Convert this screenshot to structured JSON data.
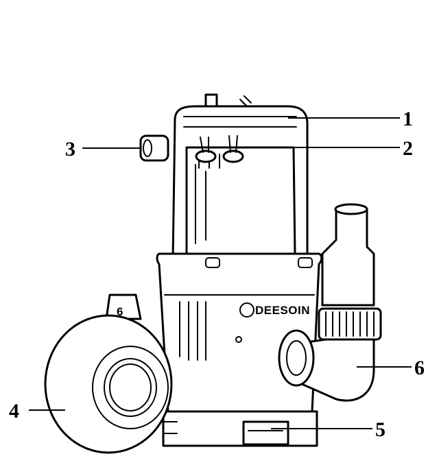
{
  "diagram": {
    "brand_logo": "DEESOIN",
    "float_mark": "6",
    "callouts": [
      {
        "id": "callout-1",
        "label": "1"
      },
      {
        "id": "callout-2",
        "label": "2"
      },
      {
        "id": "callout-3",
        "label": "3"
      },
      {
        "id": "callout-4",
        "label": "4"
      },
      {
        "id": "callout-5",
        "label": "5"
      },
      {
        "id": "callout-6",
        "label": "6"
      }
    ]
  }
}
